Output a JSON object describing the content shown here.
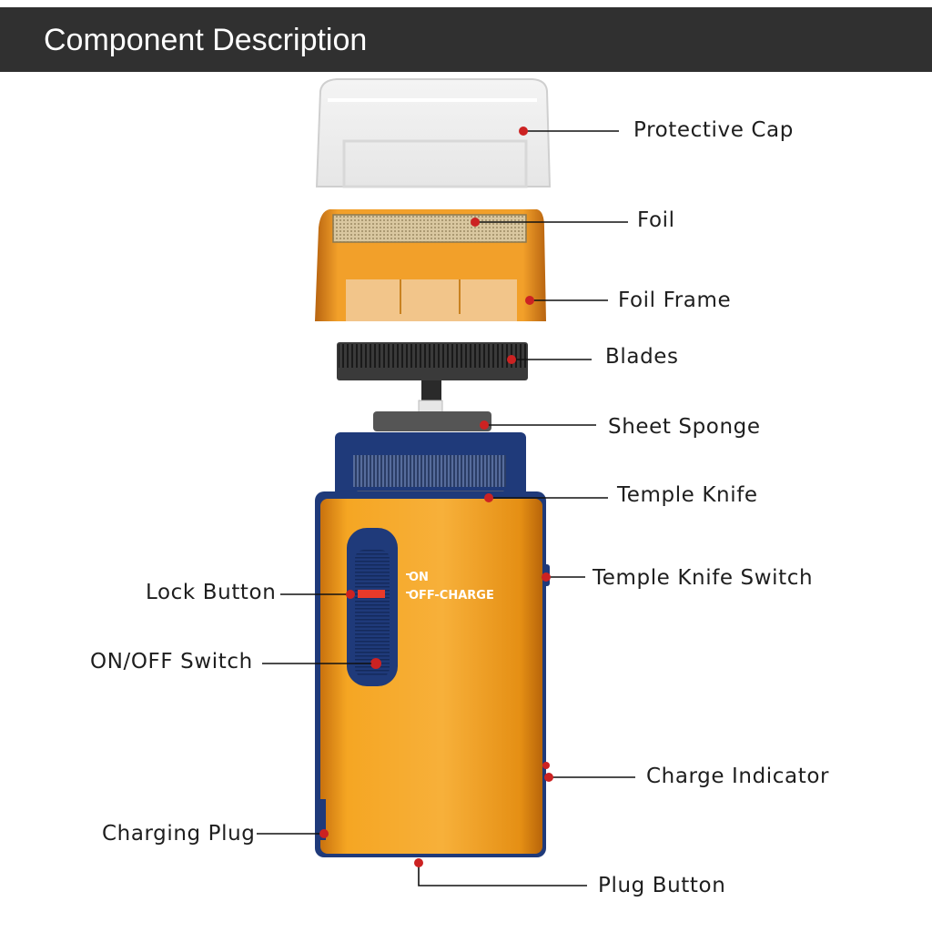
{
  "header": {
    "title": "Component Description"
  },
  "colors": {
    "header_bg": "#303030",
    "body_orange": "#f0a020",
    "navy": "#1f3a7a",
    "leader_dot": "#cc2222"
  },
  "device_print": {
    "on": "ON",
    "off_charge": "OFF-CHARGE"
  },
  "labels": {
    "protective_cap": "Protective Cap",
    "foil": "Foil",
    "foil_frame": "Foil Frame",
    "blades": "Blades",
    "sheet_sponge": "Sheet Sponge",
    "temple_knife": "Temple Knife",
    "temple_knife_switch": "Temple Knife Switch",
    "lock_button": "Lock Button",
    "on_off_switch": "ON/OFF Switch",
    "charge_indicator": "Charge Indicator",
    "charging_plug": "Charging Plug",
    "plug_button": "Plug Button"
  }
}
